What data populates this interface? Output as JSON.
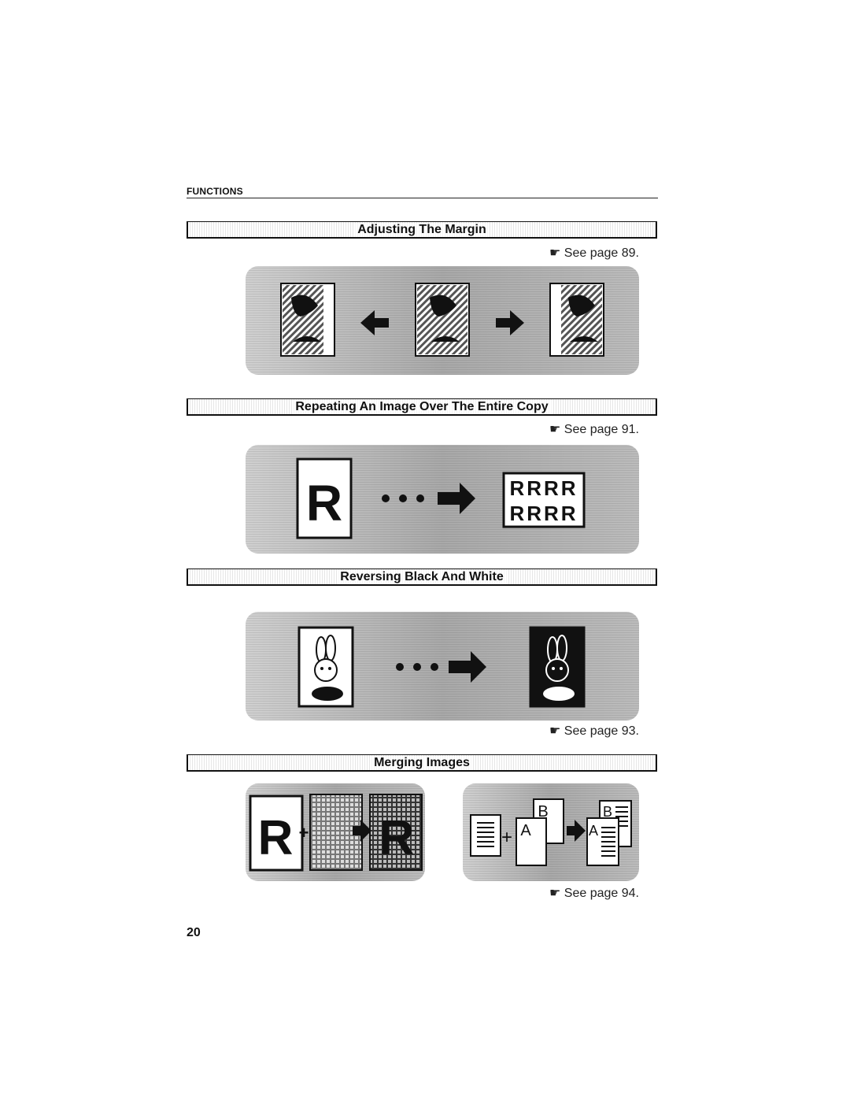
{
  "header": {
    "section_label": "FUNCTIONS"
  },
  "sections": [
    {
      "title": "Adjusting The Margin",
      "see": "See page 89."
    },
    {
      "title": "Repeating An Image Over The Entire Copy",
      "see": "See page 91."
    },
    {
      "title": "Reversing Black And White",
      "see": "See page 93."
    },
    {
      "title": "Merging Images",
      "see": "See page 94."
    }
  ],
  "illustrations": {
    "repeat": {
      "original": "R",
      "row1": "RRRR",
      "row2": "RRRR"
    },
    "merge1": {
      "left": "R",
      "right": "R"
    },
    "merge2": {
      "a": "A",
      "b": "B",
      "result_a": "A",
      "result_b": "B"
    }
  },
  "icons": [
    "pointing-hand-icon",
    "arrow-left-icon",
    "arrow-right-icon"
  ],
  "footer": {
    "page_number": "20"
  }
}
